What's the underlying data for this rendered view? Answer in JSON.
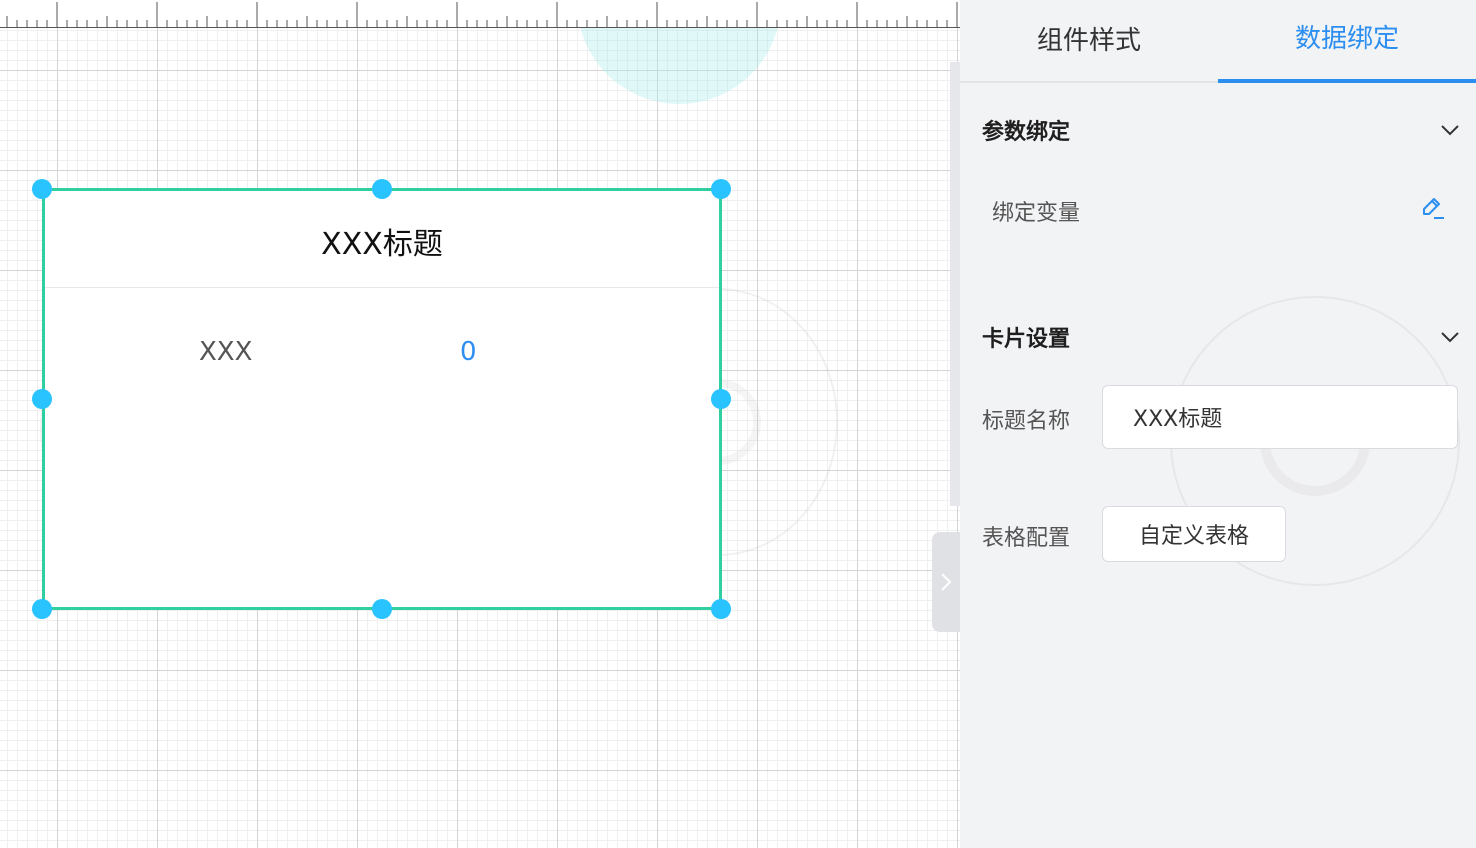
{
  "card": {
    "title": "XXX标题",
    "label": "XXX",
    "value": "0",
    "border_color": "#2fcfa1",
    "handle_color": "#29c3ff"
  },
  "panel": {
    "tabs": [
      {
        "label": "组件样式",
        "active": false
      },
      {
        "label": "数据绑定",
        "active": true
      }
    ],
    "param_binding": {
      "title": "参数绑定",
      "bind_variable_label": "绑定变量"
    },
    "card_settings": {
      "title": "卡片设置",
      "title_name_label": "标题名称",
      "title_name_value": "XXX标题",
      "table_config_label": "表格配置",
      "custom_table_button": "自定义表格"
    },
    "accent_color": "#2b8ef0"
  },
  "icons": {
    "section_toggle": "chevron-down-icon",
    "edit": "pencil-icon",
    "collapse": "chevron-right-icon"
  }
}
